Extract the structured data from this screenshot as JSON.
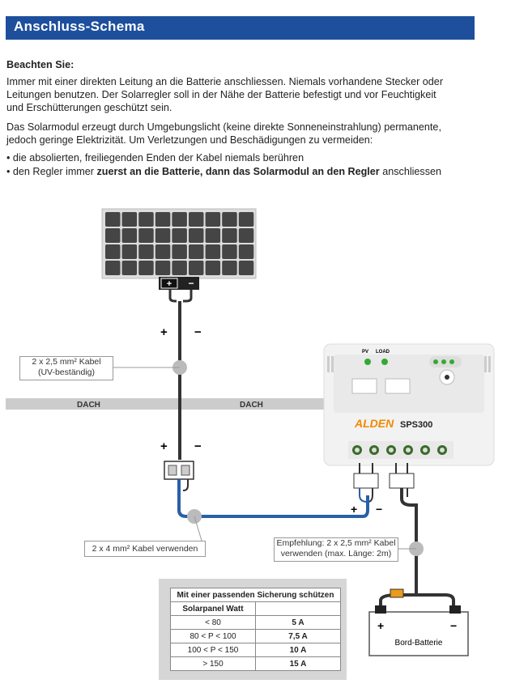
{
  "header": {
    "title": "Anschluss-Schema"
  },
  "intro": {
    "heading": "Beachten Sie:",
    "p1_l1": "Immer mit einer direkten Leitung an die Batterie anschliessen. Niemals vorhandene Stecker oder",
    "p1_l2": "Leitungen benutzen. Der Solarregler soll in der Nähe der Batterie befestigt und vor Feuchtigkeit",
    "p1_l3": "und Erschütterungen geschützt sein.",
    "p2_l1": "Das Solarmodul erzeugt durch Umgebungslicht (keine direkte Sonneneinstrahlung) permanente,",
    "p2_l2": "jedoch geringe Elektrizität. Um Verletzungen und Beschädigungen zu vermeiden:",
    "bullet1": "• die absolierten, freiliegenden Enden der Kabel niemals berühren",
    "bullet2_pre": "• den Regler immer ",
    "bullet2_bold": "zuerst an die Batterie, dann das Solarmodul an den Regler",
    "bullet2_post": " anschliessen"
  },
  "diagram": {
    "plus": "+",
    "minus": "−",
    "cable_top_l1": "2 x  2,5 mm² Kabel",
    "cable_top_l2": "(UV-beständig)",
    "dach1": "DACH",
    "dach2": "DACH",
    "cable_bottom": "2 x  4 mm² Kabel verwenden",
    "recommend_l1": "Empfehlung: 2 x  2,5 mm² Kabel",
    "recommend_l2": "verwenden (max. Länge: 2m)",
    "controller_brand": "ALDEN",
    "controller_model": "SPS300",
    "controller_pv": "PV",
    "controller_load": "LOAD",
    "battery_label": "Bord-Batterie",
    "colors": {
      "header": "#1d4f9c",
      "wire_blue": "#2a5fa8",
      "wire_dark": "#333333",
      "roof": "#cccccc"
    }
  },
  "fuse_table": {
    "title": "Mit einer passenden Sicherung schützen",
    "col1": "Solarpanel Watt",
    "rows": [
      {
        "w": "< 80",
        "a": "5 A"
      },
      {
        "w": "80 < P < 100",
        "a": "7,5 A"
      },
      {
        "w": "100 < P < 150",
        "a": "10 A"
      },
      {
        "w": "> 150",
        "a": "15 A"
      }
    ]
  }
}
